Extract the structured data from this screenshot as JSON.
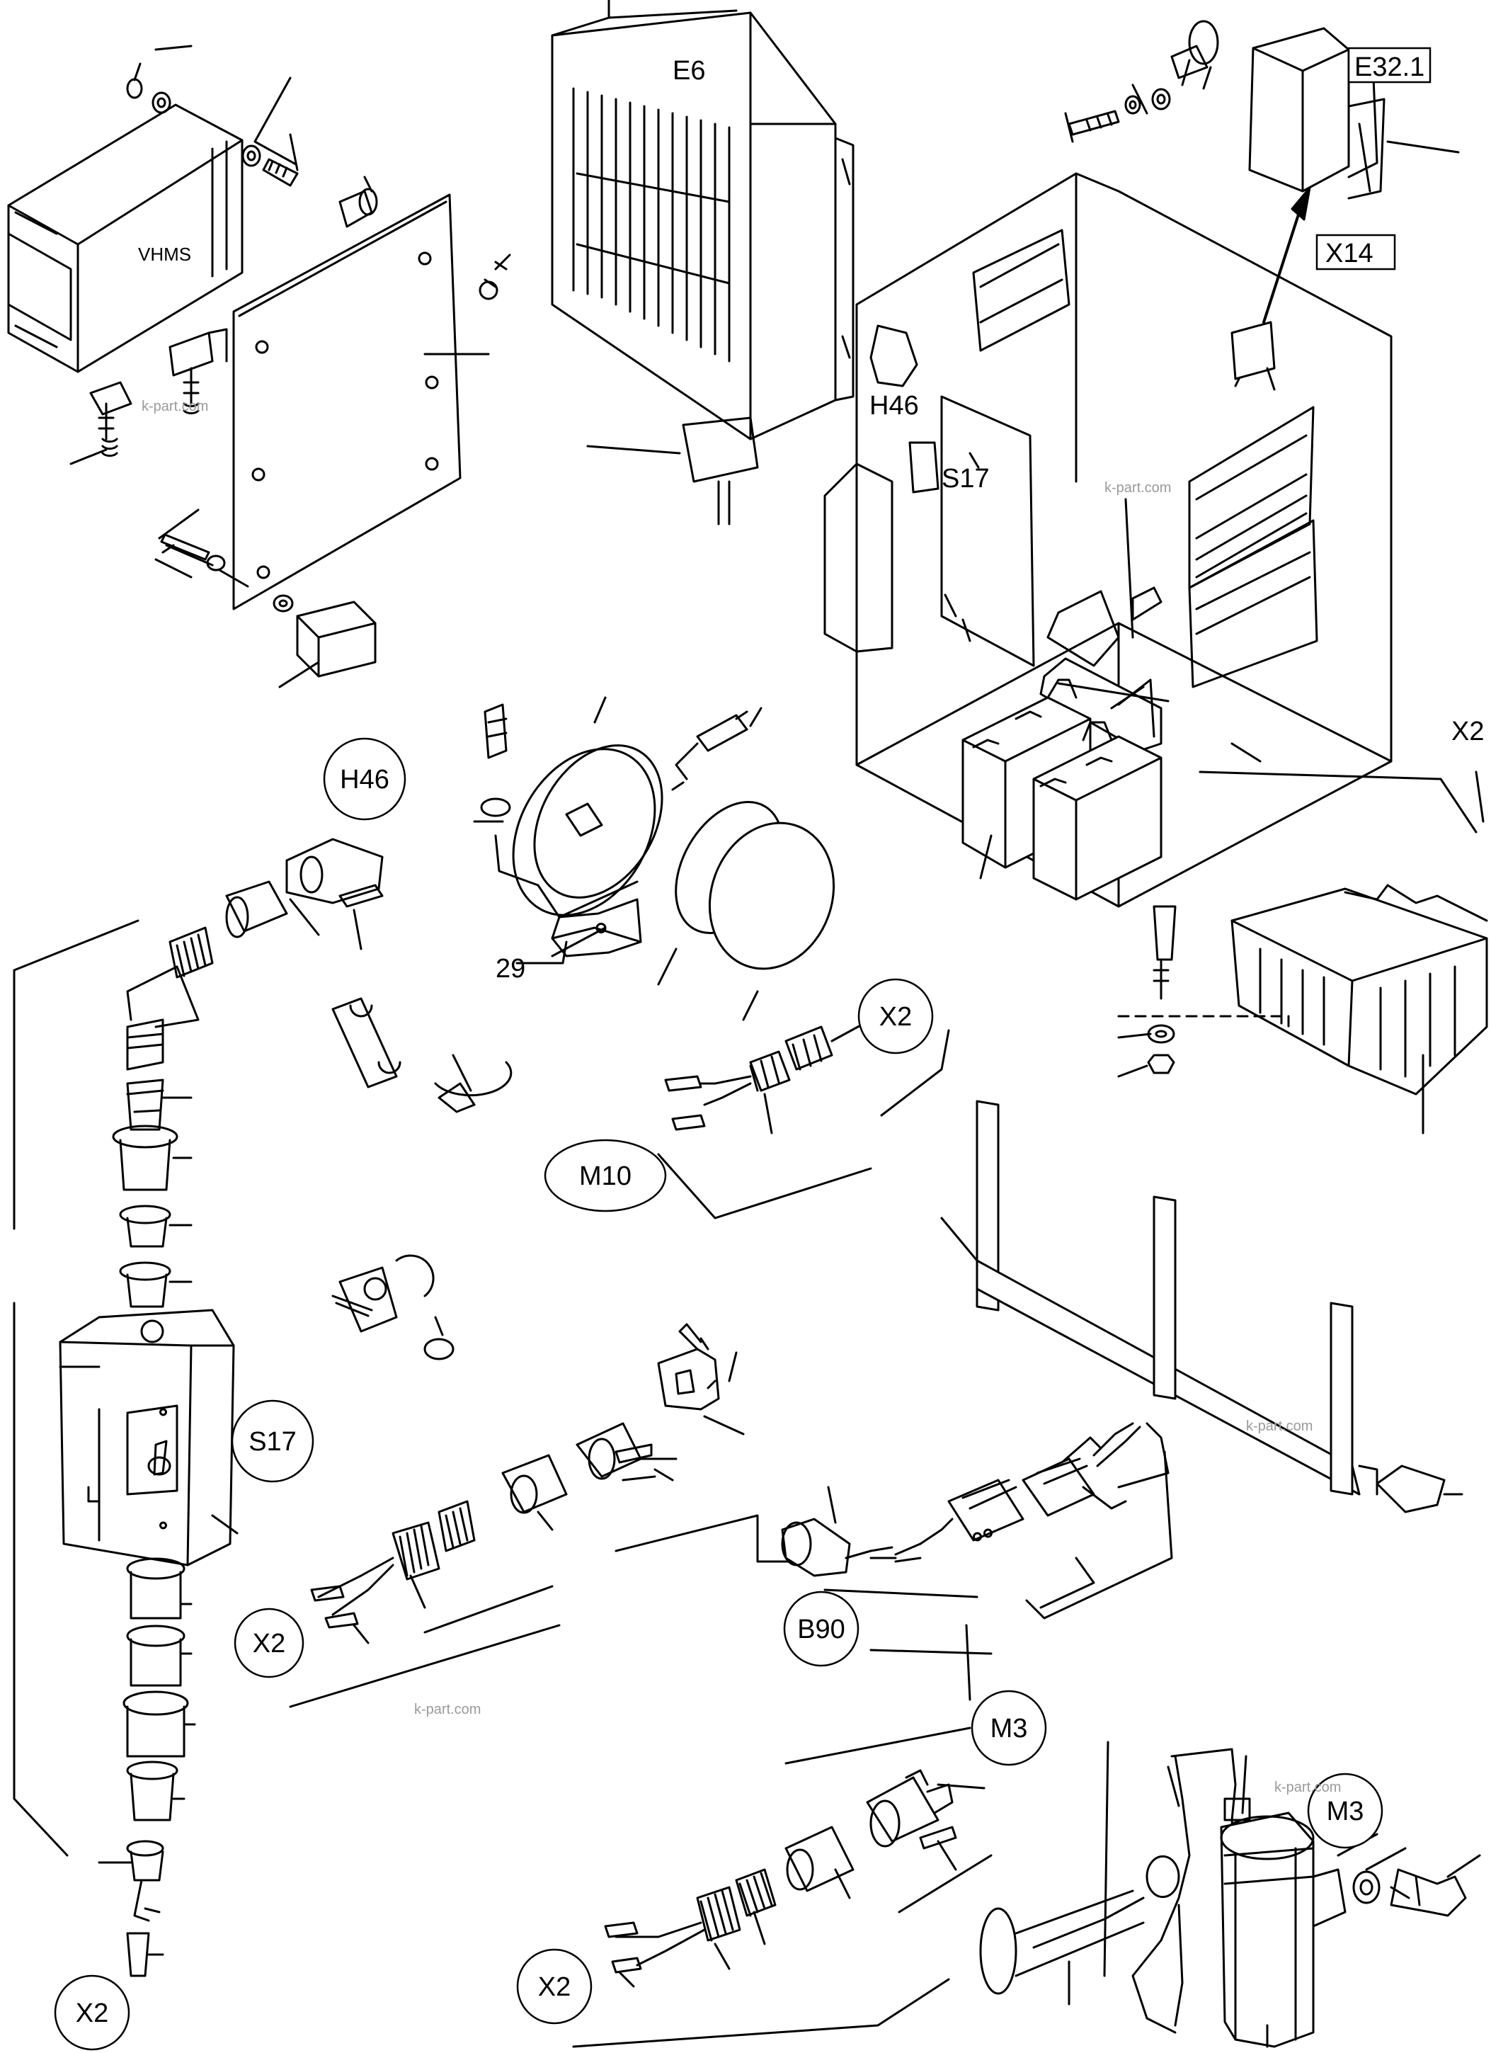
{
  "labels": {
    "e6": "E6",
    "e32_1": "E32.1",
    "x14": "X14",
    "vhms": "VHMS",
    "h46_cab": "H46",
    "s17_cab": "S17",
    "x2_cab": "X2",
    "h46_circle": "H46",
    "n29": "29",
    "x2_m10": "X2",
    "m10": "M10",
    "s17_circle": "S17",
    "x2_left_bottom": "X2",
    "x2_mid": "X2",
    "b90": "B90",
    "m3_circle": "M3",
    "m3_horn": "M3",
    "x2_bottom": "X2"
  },
  "watermark": "k-part.com"
}
